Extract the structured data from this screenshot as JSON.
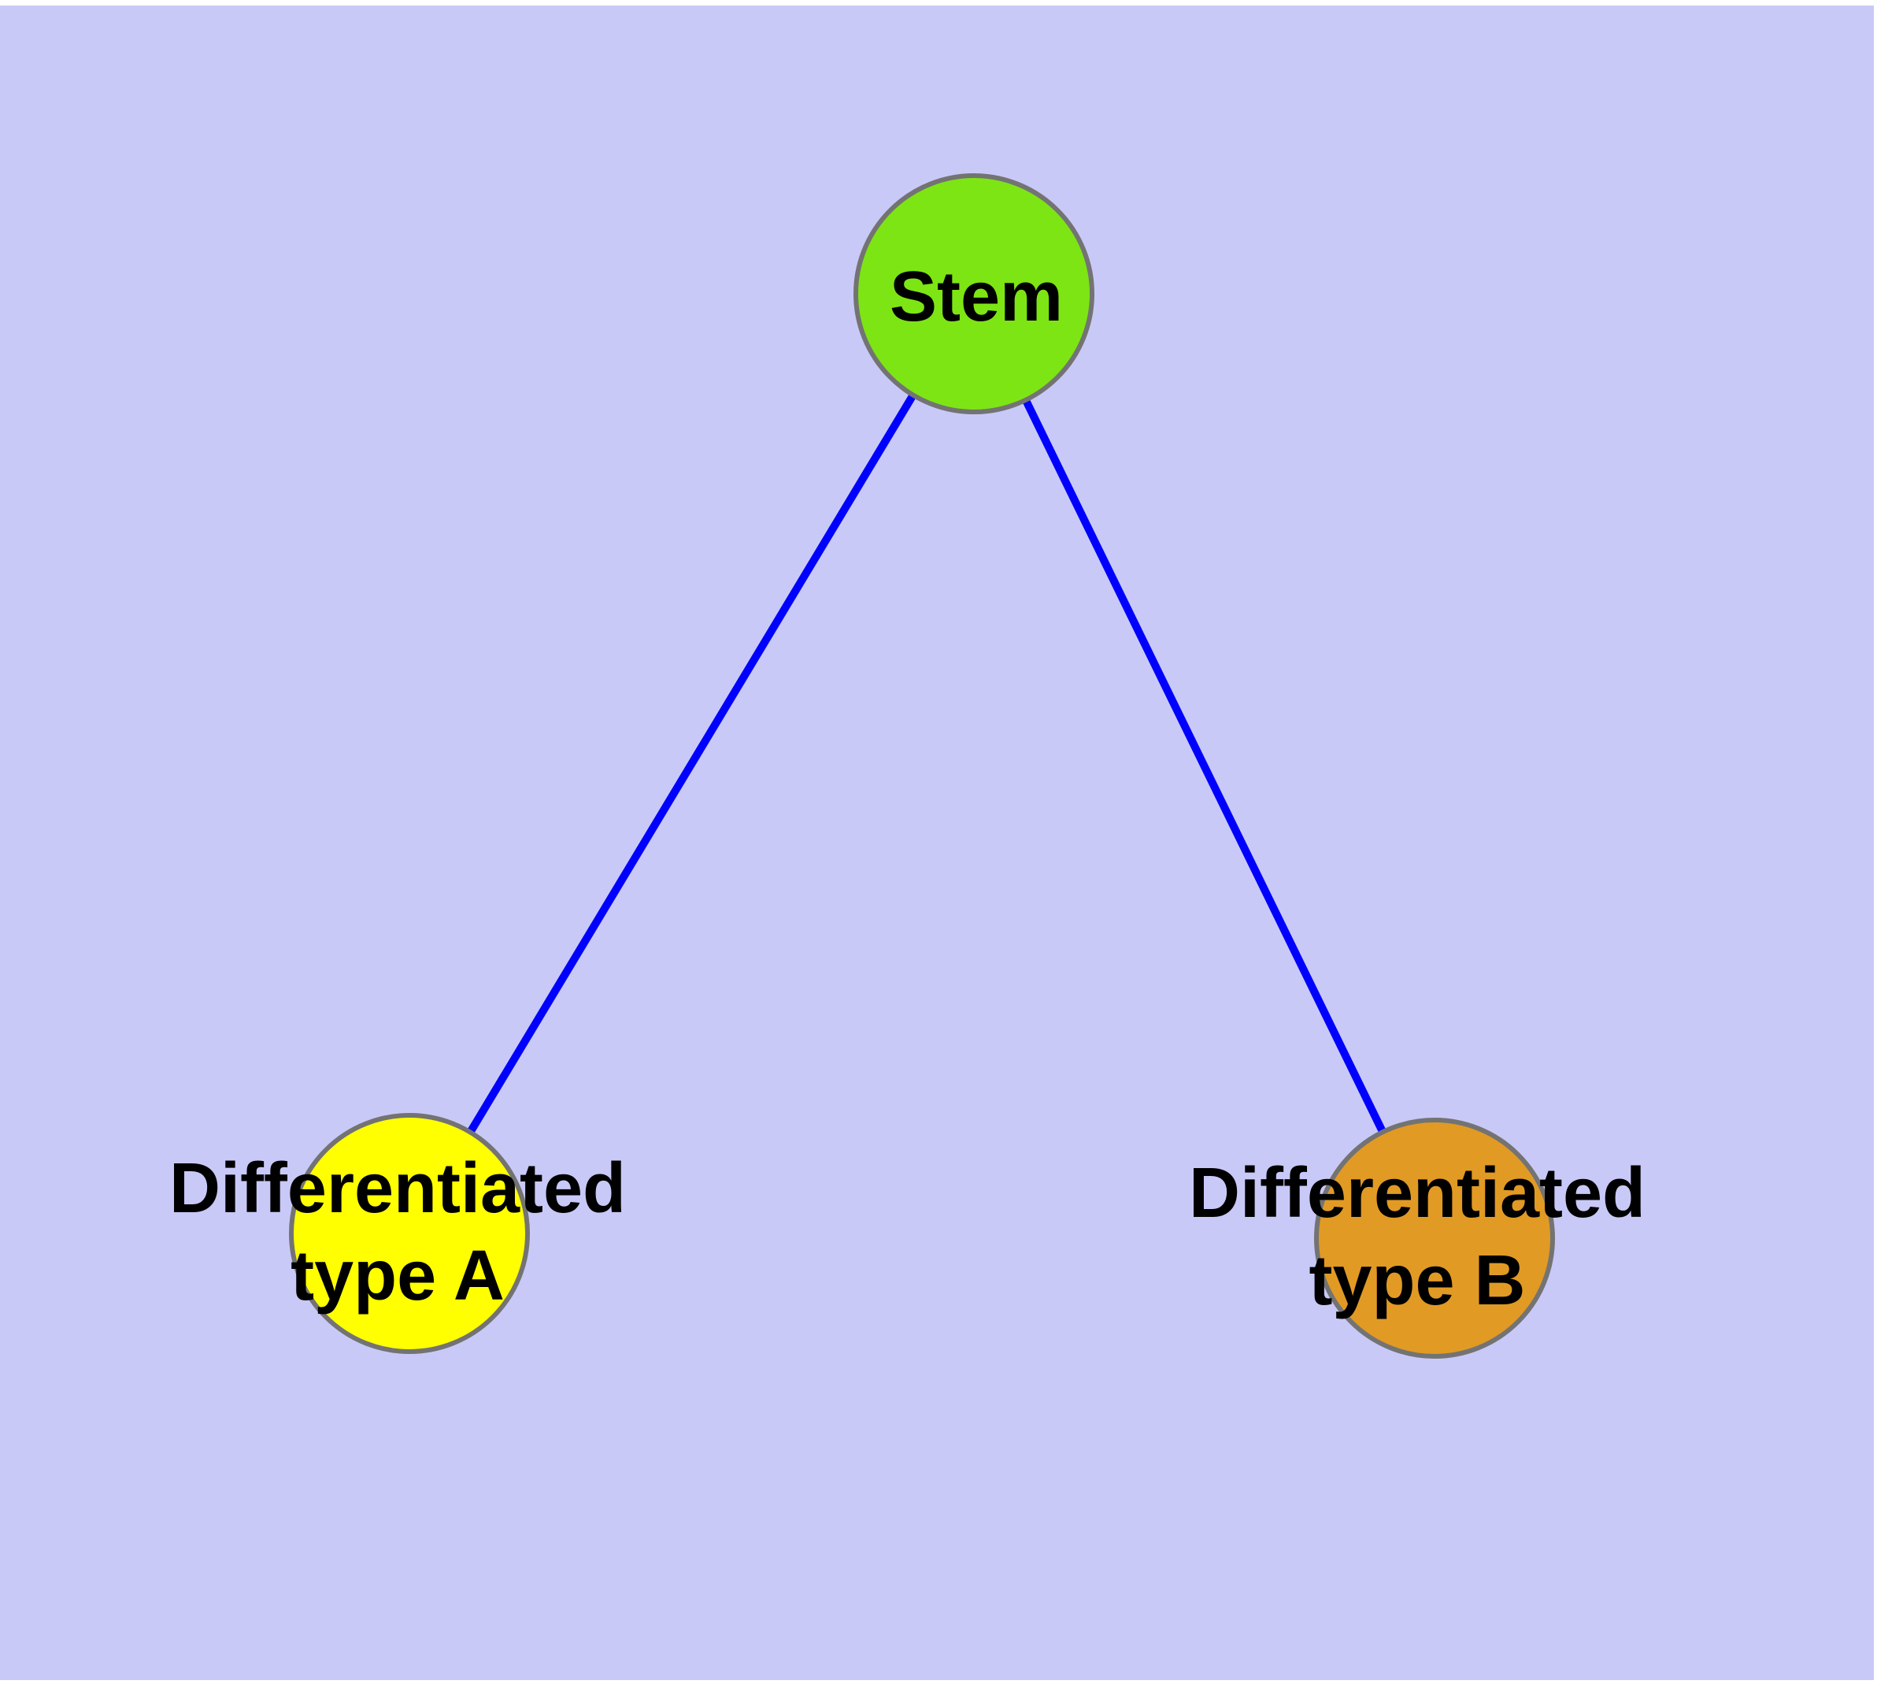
{
  "diagram": {
    "type": "node-link-graph",
    "background_color": "#C9C9F8",
    "page_margin_color": "#FFFFFF",
    "edge_color": "#0000FF",
    "node_border_color": "#737373",
    "label_color": "#000000",
    "nodes": [
      {
        "id": "stem",
        "label": "Stem",
        "line1": "Stem",
        "line2": "",
        "fill": "#7DE514"
      },
      {
        "id": "differentiated-type-a",
        "label": "Differentiated type A",
        "line1": "Differentiated",
        "line2": "type A",
        "fill": "#FFFF00"
      },
      {
        "id": "differentiated-type-b",
        "label": "Differentiated type B",
        "line1": "Differentiated",
        "line2": "type B",
        "fill": "#E19A24"
      }
    ],
    "edges": [
      {
        "from": "Stem",
        "to": "Differentiated type A"
      },
      {
        "from": "Stem",
        "to": "Differentiated type B"
      }
    ]
  }
}
